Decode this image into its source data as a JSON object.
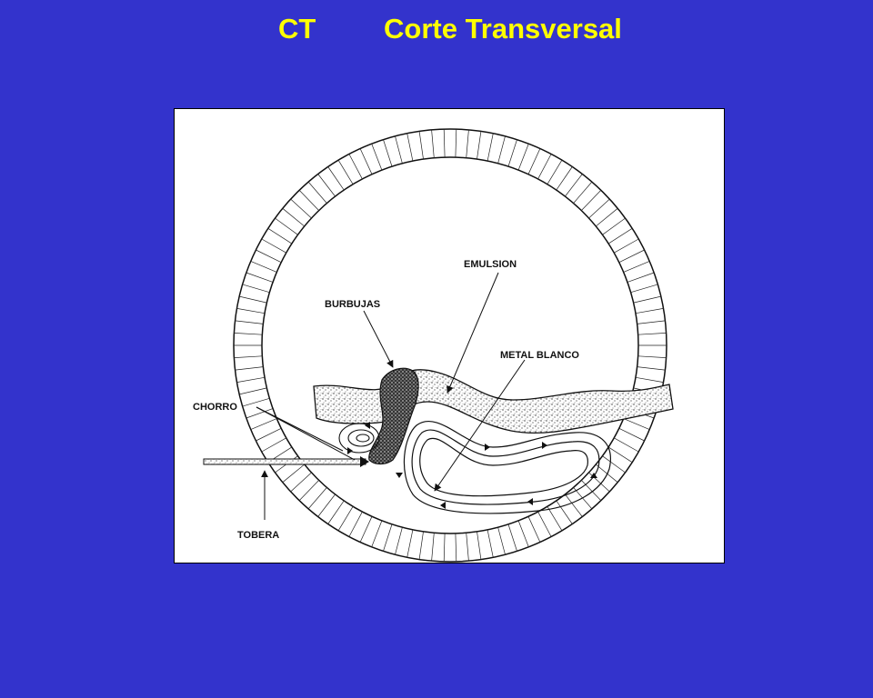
{
  "title": {
    "code": "CT",
    "text": "Corte Transversal"
  },
  "diagram": {
    "labels": {
      "emulsion": "EMULSION",
      "burbujas": "BURBUJAS",
      "metal_blanco": "METAL BLANCO",
      "chorro": "CHORRO",
      "tobera": "TOBERA"
    }
  },
  "colors": {
    "background": "#3333cc",
    "title": "#ffff00",
    "figure_bg": "#ffffff",
    "line": "#111111"
  }
}
